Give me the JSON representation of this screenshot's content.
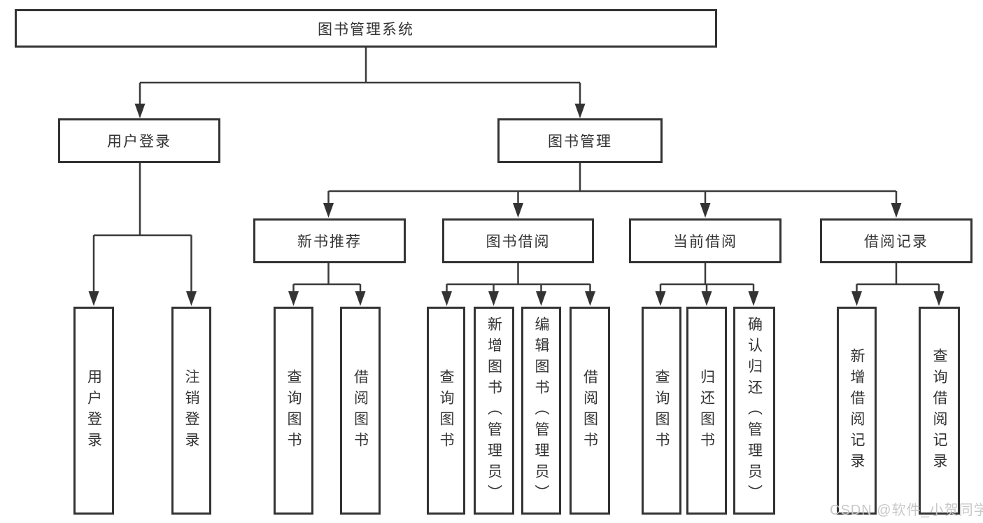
{
  "nodes": {
    "root": "图书管理系统",
    "user_login": "用户登录",
    "book_mgmt": "图书管理",
    "new_book_rec": "新书推荐",
    "book_borrow": "图书借阅",
    "current_borrow": "当前借阅",
    "borrow_record": "借阅记录",
    "ul_user_login": "用户登录",
    "ul_logout": "注销登录",
    "nb_query_book": "查询图书",
    "nb_borrow_book": "借阅图书",
    "bb_query_book": "查询图书",
    "bb_add_book": "新增图书（管理员）",
    "bb_edit_book": "编辑图书（管理员）",
    "bb_borrow_book": "借阅图书",
    "cb_query_book": "查询图书",
    "cb_return_book": "归还图书",
    "cb_confirm_return": "确认归还（管理员）",
    "br_add_record": "新增借阅记录",
    "br_query_record": "查询借阅记录"
  },
  "hierarchy": {
    "root": [
      "user_login",
      "book_mgmt"
    ],
    "user_login": [
      "ul_user_login",
      "ul_logout"
    ],
    "book_mgmt": [
      "new_book_rec",
      "book_borrow",
      "current_borrow",
      "borrow_record"
    ],
    "new_book_rec": [
      "nb_query_book",
      "nb_borrow_book"
    ],
    "book_borrow": [
      "bb_query_book",
      "bb_add_book",
      "bb_edit_book",
      "bb_borrow_book"
    ],
    "current_borrow": [
      "cb_query_book",
      "cb_return_book",
      "cb_confirm_return"
    ],
    "borrow_record": [
      "br_add_record",
      "br_query_record"
    ]
  },
  "watermark": "CSDN @软件_小贺同学",
  "colors": {
    "line": "#3a3a3a",
    "border": "#333333",
    "text": "#333333",
    "watermark": "#c5c5c5",
    "background": "#ffffff"
  }
}
